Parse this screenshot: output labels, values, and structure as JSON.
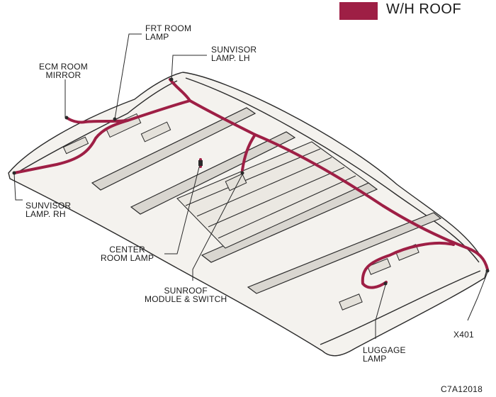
{
  "legend": {
    "title": "W/H ROOF",
    "harness_color": "#9e1f45"
  },
  "callouts": [
    {
      "id": "frt-room-lamp",
      "text": "FRT ROOM\nLAMP"
    },
    {
      "id": "sunvisor-lamp-lh",
      "text": "SUNVISOR\nLAMP. LH"
    },
    {
      "id": "ecm-room-mirror",
      "text": "ECM ROOM\nMIRROR"
    },
    {
      "id": "sunvisor-lamp-rh",
      "text": "SUNVISOR\nLAMP. RH"
    },
    {
      "id": "center-room-lamp",
      "text": "CENTER\nROOM LAMP"
    },
    {
      "id": "sunroof-module-switch",
      "text": "SUNROOF\nMODULE & SWITCH"
    },
    {
      "id": "x401",
      "text": "X401"
    },
    {
      "id": "luggage-lamp",
      "text": "LUGGAGE\nLAMP"
    }
  ],
  "figure_code": "C7A12018",
  "colors": {
    "line": "#2a2a2a",
    "panel_fill": "#f4f2ee",
    "rib_fill": "#d9d6d0"
  }
}
